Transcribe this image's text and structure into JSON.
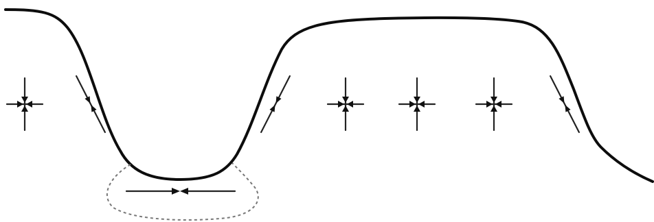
{
  "figure": {
    "description_visible_text": "",
    "colors": {
      "profile": "#0d0d0d",
      "symbols": "#222222",
      "dashed_zone": "#777777",
      "background": "#ffffff"
    },
    "elements": [
      {
        "name": "fold-profile-curve",
        "kind": "line"
      },
      {
        "name": "dashed-zone-outline",
        "kind": "dashed-curve"
      },
      {
        "name": "horizontal-compression-symbol",
        "kind": "icon"
      },
      {
        "name": "stress-symbols",
        "count": 8
      }
    ]
  }
}
